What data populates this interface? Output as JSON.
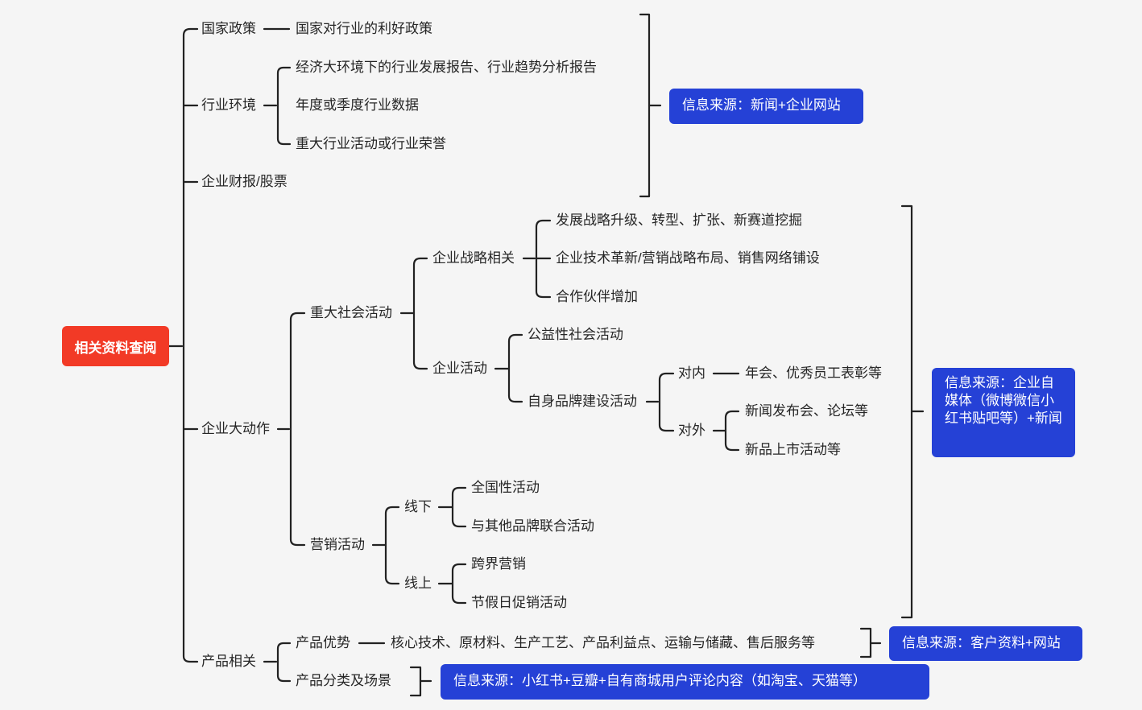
{
  "root": "相关资料查阅",
  "nodes": {
    "policy": "国家政策",
    "policy_detail": "国家对行业的利好政策",
    "industry_env": "行业环境",
    "env_report": "经济大环境下的行业发展报告、行业趋势分析报告",
    "env_data": "年度或季度行业数据",
    "env_event": "重大行业活动或行业荣誉",
    "finance": "企业财报/股票",
    "major_actions": "企业大动作",
    "major_social": "重大社会活动",
    "strategy": "企业战略相关",
    "strategy_1": "发展战略升级、转型、扩张、新赛道挖掘",
    "strategy_2": "企业技术革新/营销战略布局、销售网络铺设",
    "strategy_3": "合作伙伴增加",
    "activities": "企业活动",
    "public_welfare": "公益性社会活动",
    "brand_building": "自身品牌建设活动",
    "internal": "对内",
    "internal_detail": "年会、优秀员工表彰等",
    "external": "对外",
    "external_1": "新闻发布会、论坛等",
    "external_2": "新品上市活动等",
    "marketing": "营销活动",
    "offline": "线下",
    "offline_1": "全国性活动",
    "offline_2": "与其他品牌联合活动",
    "online": "线上",
    "online_1": "跨界营销",
    "online_2": "节假日促销活动",
    "product": "产品相关",
    "product_adv": "产品优势",
    "product_adv_detail": "核心技术、原材料、生产工艺、产品利益点、运输与储藏、售后服务等",
    "product_category": "产品分类及场景"
  },
  "sources": {
    "source_1": "信息来源：新闻+企业网站",
    "source_2": "信息来源：企业自媒体（微博微信小红书贴吧等）+新闻",
    "source_3": "信息来源：客户资料+网站",
    "source_4": "信息来源：小红书+豆瓣+自有商城用户评论内容（如淘宝、天猫等）"
  },
  "colors": {
    "root_fill": "#f23a26",
    "source_fill": "#2541d6",
    "line": "#222222",
    "text": "#262626",
    "background": "#f5f5f5"
  }
}
